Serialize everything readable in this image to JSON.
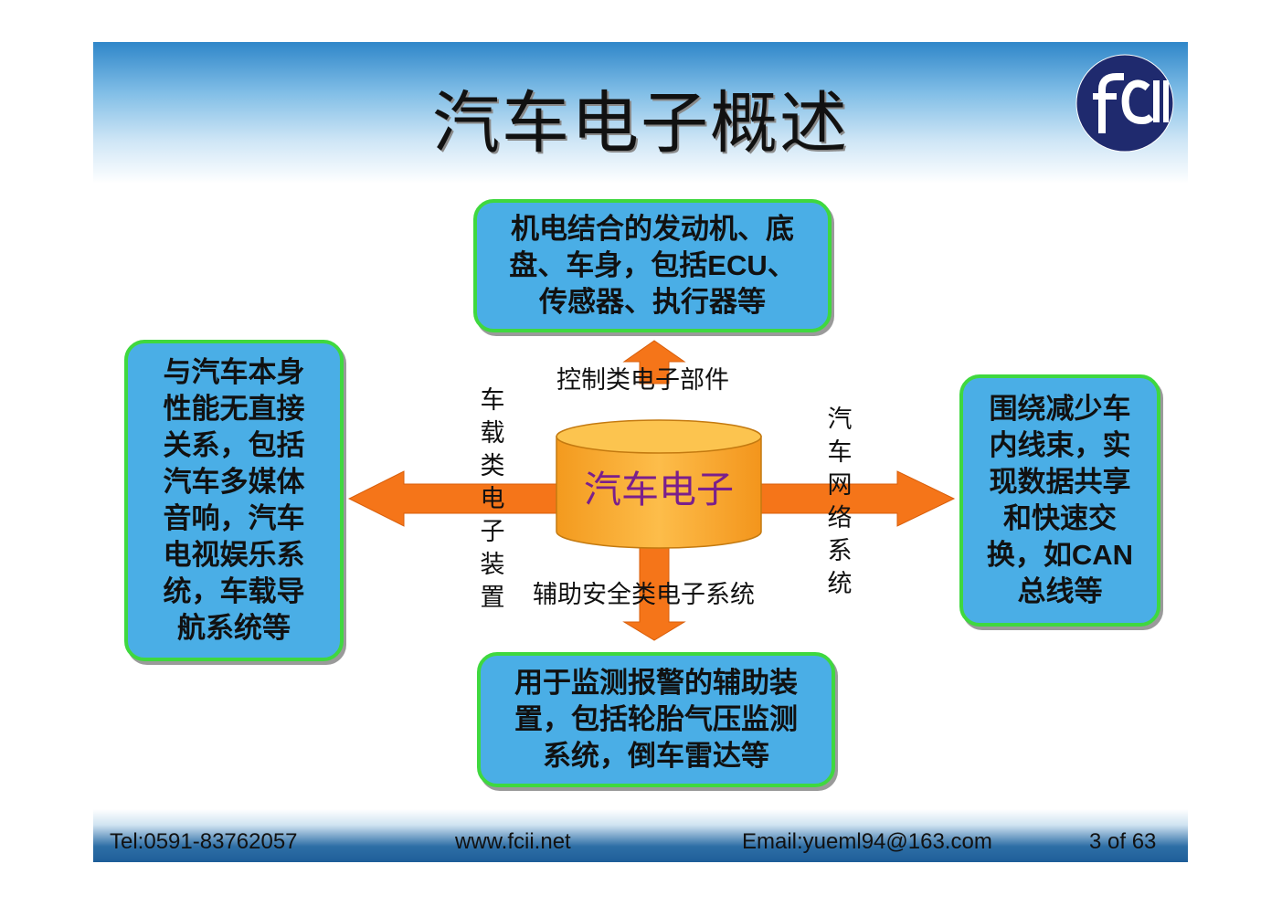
{
  "title": "汽车电子概述",
  "center": "汽车电子",
  "boxes": {
    "top": [
      "机电结合的发动机、底",
      "盘、车身，包括",
      "ECU",
      "、",
      "传感器、执行器等"
    ],
    "left": [
      "与汽车本身",
      "性能无直接",
      "关系，包括",
      "汽车多媒体",
      "音响，汽车",
      "电视娱乐系",
      "统，车载导",
      "航系统等"
    ],
    "right": [
      "围绕减少车",
      "内线束，实",
      "现数据共享",
      "和快速交",
      "换，如",
      "CAN",
      "总线等"
    ],
    "bottom": [
      "用于监测报警的辅助装",
      "置，包括轮胎气压监测",
      "系统，倒车雷达等"
    ]
  },
  "labels": {
    "up": "控制类电子部件",
    "down": "辅助安全类电子系统",
    "left_vertical": "车载类电子装置",
    "right_vertical": "汽车网络系统"
  },
  "footer": {
    "tel": "Tel:0591-83762057",
    "web": "www.fcii.net",
    "email": "Email:yueml94@163.com",
    "page": "3 of 63"
  },
  "logo": {
    "text": "fcII"
  },
  "colors": {
    "box_fill": "#4aaee6",
    "box_border": "#3fd83f",
    "arrow": "#f57519",
    "cylinder": "#fbb03b",
    "center_text": "#7a1f8c"
  }
}
